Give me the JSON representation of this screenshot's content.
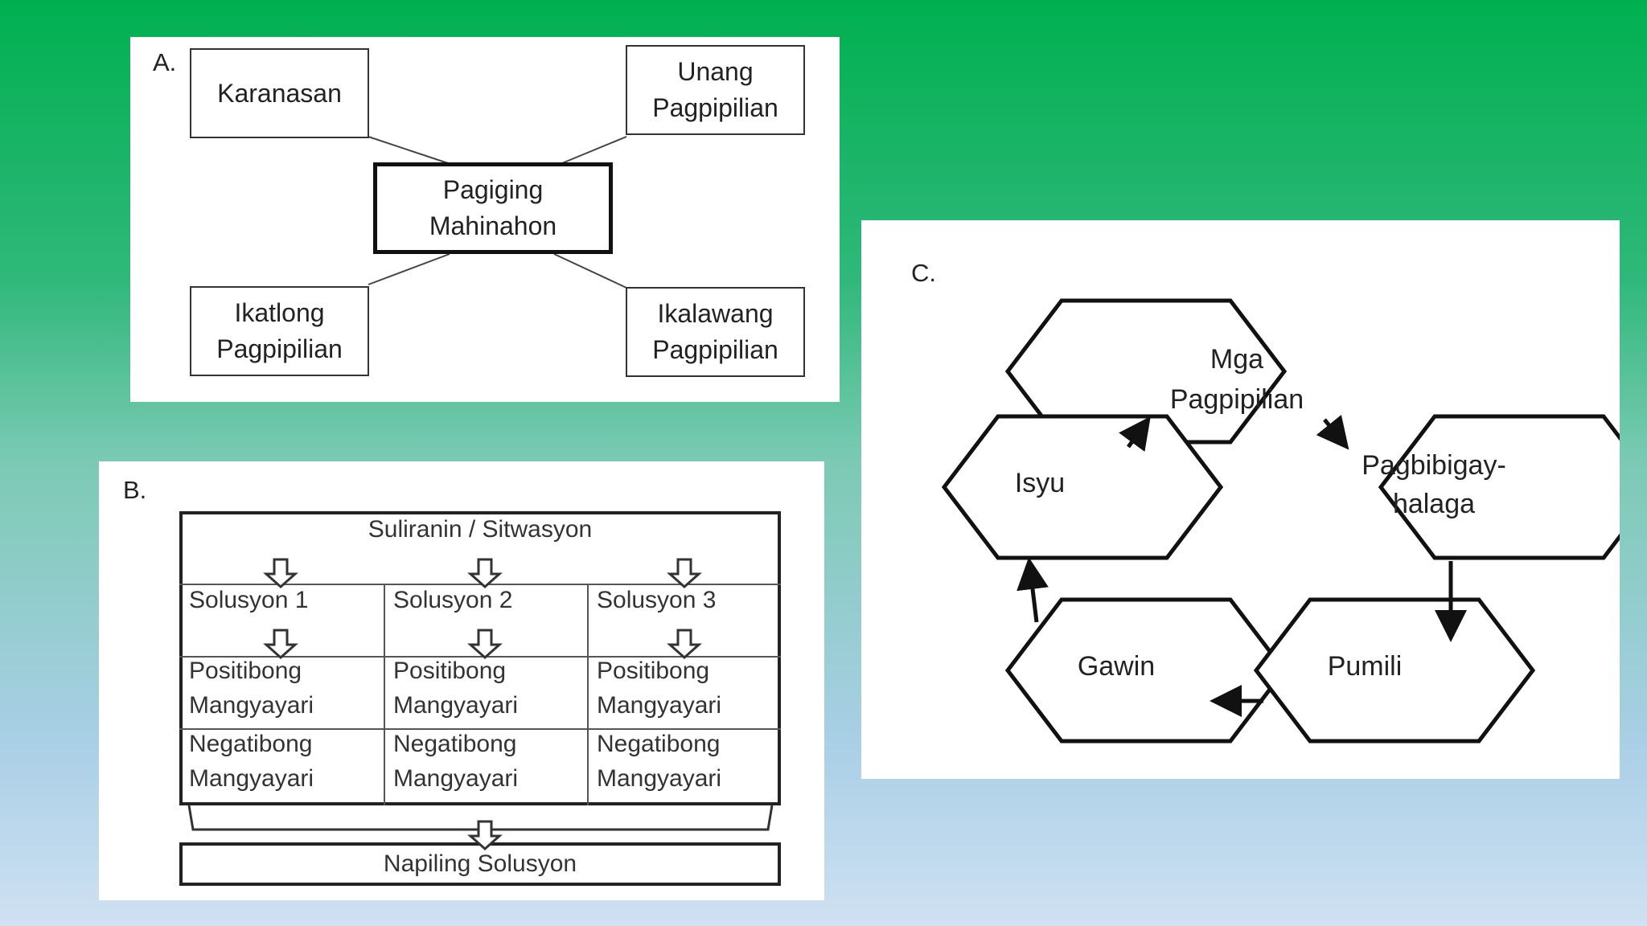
{
  "panel_a": {
    "label": "A.",
    "center": [
      "Pagiging",
      "Mahinahon"
    ],
    "top_left": "Karanasan",
    "top_right": [
      "Unang",
      "Pagpipilian"
    ],
    "bottom_left": [
      "Ikatlong",
      "Pagpipilian"
    ],
    "bottom_right": [
      "Ikalawang",
      "Pagpipilian"
    ]
  },
  "panel_b": {
    "label": "B.",
    "header": "Suliranin / Sitwasyon",
    "columns": [
      {
        "solution": "Solusyon 1",
        "positive": [
          "Positibong",
          "Mangyayari"
        ],
        "negative": [
          "Negatibong",
          "Mangyayari"
        ]
      },
      {
        "solution": "Solusyon 2",
        "positive": [
          "Positibong",
          "Mangyayari"
        ],
        "negative": [
          "Negatibong",
          "Mangyayari"
        ]
      },
      {
        "solution": "Solusyon 3",
        "positive": [
          "Positibong",
          "Mangyayari"
        ],
        "negative": [
          "Negatibong",
          "Mangyayari"
        ]
      }
    ],
    "final": "Napiling Solusyon"
  },
  "panel_c": {
    "label": "C.",
    "nodes": {
      "top": [
        "Mga",
        "Pagpipilian"
      ],
      "left": "Isyu",
      "right": [
        "Pagbibigay-",
        "halaga"
      ],
      "bottom_left": "Gawin",
      "bottom_right": "Pumili"
    }
  }
}
